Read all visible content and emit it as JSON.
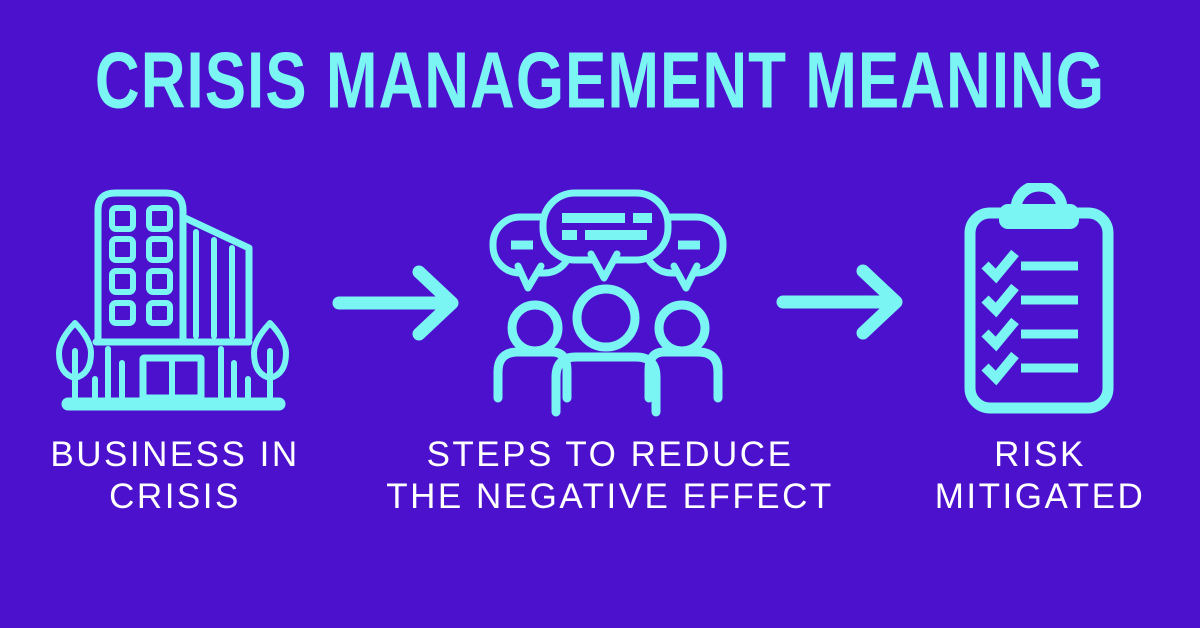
{
  "colors": {
    "background": "#4C11CD",
    "accent_cyan": "#7BF5F3",
    "label_white": "#FFFFFF"
  },
  "title": {
    "text": "CRISIS MANAGEMENT MEANING"
  },
  "steps": [
    {
      "icon": "office-building-icon",
      "lines": [
        "BUSINESS IN",
        "CRISIS"
      ]
    },
    {
      "icon": "group-discussion-icon",
      "lines": [
        "STEPS TO REDUCE",
        "THE NEGATIVE EFFECT"
      ]
    },
    {
      "icon": "checklist-clipboard-icon",
      "lines": [
        "RISK",
        "MITIGATED"
      ]
    }
  ],
  "connectors": [
    {
      "icon": "arrow-right-icon"
    },
    {
      "icon": "arrow-right-icon"
    }
  ]
}
